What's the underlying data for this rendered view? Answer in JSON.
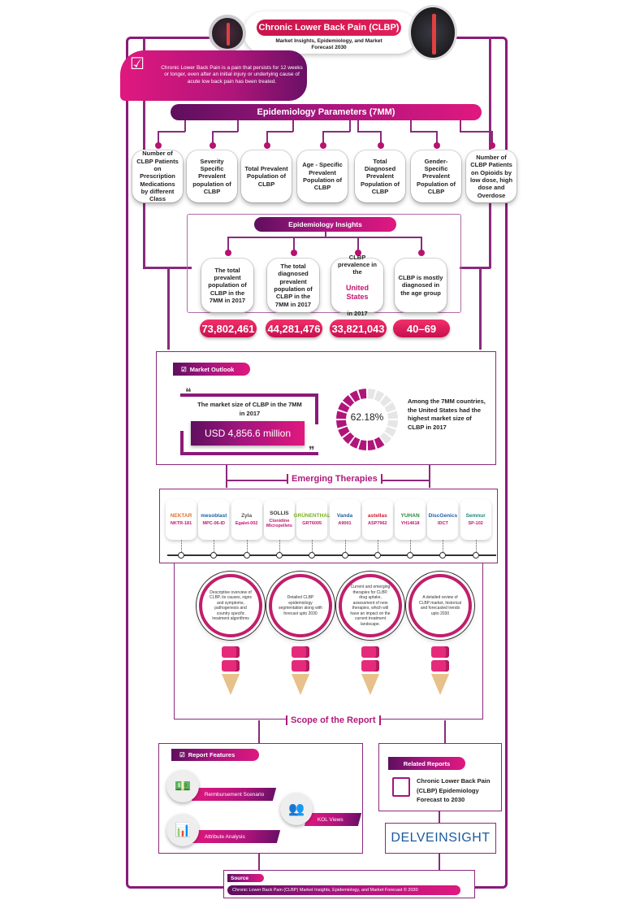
{
  "header": {
    "title": "Chronic Lower Back Pain (CLBP)",
    "subtitle": "Market Insights, Epidemiology, and Market Forecast 2030"
  },
  "definition": "Chronic Lower Back Pain is a pain that persists for 12 weeks or longer, even after an initial injury or underlying cause of acute low back pain has been treated.",
  "epidemiology_parameters": {
    "title": "Epidemiology Parameters (7MM)",
    "items": [
      "Number of CLBP Patients on Prescription Medications by different Class",
      "Severity Specific Prevalent population of CLBP",
      "Total Prevalent Population of CLBP",
      "Age - Specific Prevalent Population of CLBP",
      "Total Diagnosed Prevalent Population of CLBP",
      "Gender- Specific Prevalent Population of CLBP",
      "Number of CLBP Patients on Opioids by low dose, high dose and Overdose"
    ]
  },
  "epidemiology_insights": {
    "title": "Epidemiology Insights",
    "items": [
      {
        "label": "The total prevalent population of CLBP in the 7MM in 2017",
        "value": "73,802,461"
      },
      {
        "label": "The total diagnosed prevalent population of CLBP in the 7MM in 2017",
        "value": "44,281,476"
      },
      {
        "label_pre": "CLBP prevalence in the",
        "label_highlight": "United States",
        "label_post": "in 2017",
        "value": "33,821,043"
      },
      {
        "label": "CLBP is mostly diagnosed in the age group",
        "value": "40–69"
      }
    ]
  },
  "market_outlook": {
    "title": "Market Outlook",
    "market_size_label": "The market size of CLBP in the 7MM in 2017",
    "market_size_value": "USD 4,856.6 million",
    "share_value": "62.18%",
    "share_fraction": 0.6218,
    "share_text": "Among the 7MM countries, the United States had the highest market size of CLBP in 2017"
  },
  "emerging_therapies": {
    "title": "Emerging Therapies",
    "items": [
      {
        "company": "NEKTAR",
        "drug": "NKTR-181",
        "color": "#e8702a"
      },
      {
        "company": "mesoblast",
        "drug": "MPC-06-ID",
        "color": "#1b5fa8"
      },
      {
        "company": "Zyla",
        "drug": "Egalet-002",
        "color": "#555555"
      },
      {
        "company": "SOLLIS",
        "drug": "Clonidine Micropellets",
        "color": "#333333"
      },
      {
        "company": "GRÜNENTHAL",
        "drug": "GRT6005",
        "color": "#7ab31f"
      },
      {
        "company": "Vanda",
        "drug": "A9001",
        "color": "#1b5fa8"
      },
      {
        "company": "astellas",
        "drug": "ASP7962",
        "color": "#d0182e"
      },
      {
        "company": "YUHAN",
        "drug": "YH14618",
        "color": "#2a8a3a"
      },
      {
        "company": "DiscGenics",
        "drug": "IDCT",
        "color": "#1b5fa8"
      },
      {
        "company": "Semnur",
        "drug": "SP-102",
        "color": "#1a8a7a"
      }
    ]
  },
  "scope": {
    "title": "Scope of the Report",
    "items": [
      "Descriptive overview of CLBP, its causes, signs and symptoms, pathogenesis and country specific treatment algorithms",
      "Detailed CLBP epidemiology segmentation along with forecast upto 2030",
      "Current and emerging therapies for CLBP, drug uptake, assessment of new therapies, which will have an impact on the current treatment landscape.",
      "A detailed review of CLBP market, historical and forecasted trends upto 2030"
    ]
  },
  "report_features": {
    "title": "Report Features",
    "items": [
      "Reimbursement Scenario",
      "KOL Views",
      "Attribute Analysis"
    ]
  },
  "related_reports": {
    "title": "Related Reports",
    "item": "Chronic Lower Back Pain (CLBP) Epidemiology Forecast to 2030"
  },
  "brand": {
    "name": "DELVEINSIGHT"
  },
  "source": {
    "title": "Source",
    "text": "Chronic Lower Back Pain (CLBP) Market Insights, Epidemiology, and Market Forecast © 2030"
  }
}
